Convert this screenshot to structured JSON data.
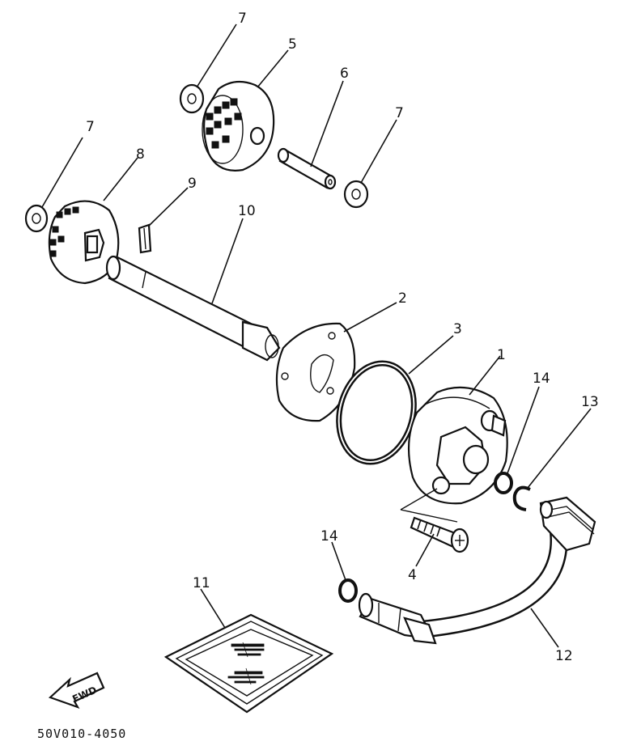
{
  "callouts": {
    "p1": "1",
    "p2": "2",
    "p3": "3",
    "p4": "4",
    "p5": "5",
    "p6": "6",
    "p7a": "7",
    "p7b": "7",
    "p7c": "7",
    "p8": "8",
    "p9": "9",
    "p10": "10",
    "p11": "11",
    "p12": "12",
    "p13": "13",
    "p14a": "14",
    "p14b": "14"
  },
  "fwd_label": "FWD",
  "drawing_code": "50V010-4050"
}
